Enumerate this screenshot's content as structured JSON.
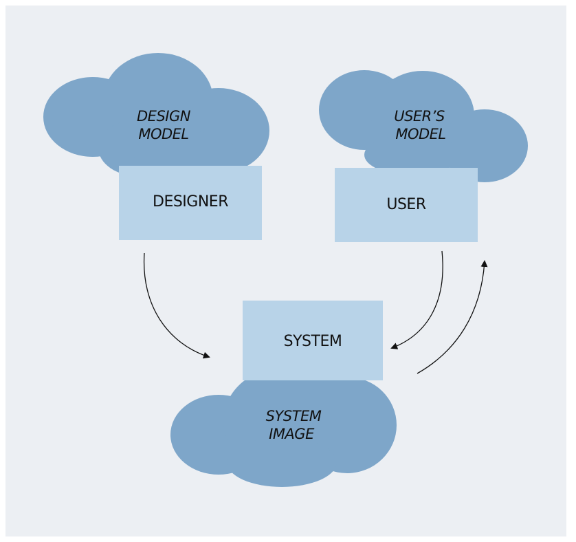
{
  "colors": {
    "background": "#eceff3",
    "cloud": "#7ea6c9",
    "box": "#b8d3e8",
    "arrow": "#111111",
    "text": "#111111"
  },
  "clouds": {
    "design_model": {
      "line1": "DESIGN",
      "line2": "MODEL"
    },
    "users_model": {
      "line1": "USER’S",
      "line2": "MODEL"
    },
    "system_image": {
      "line1": "SYSTEM",
      "line2": "IMAGE"
    }
  },
  "boxes": {
    "designer": "DESIGNER",
    "user": "USER",
    "system": "SYSTEM"
  },
  "arrows": [
    {
      "from": "designer",
      "to": "system"
    },
    {
      "from": "user",
      "to": "system"
    },
    {
      "from": "system",
      "to": "user"
    }
  ]
}
